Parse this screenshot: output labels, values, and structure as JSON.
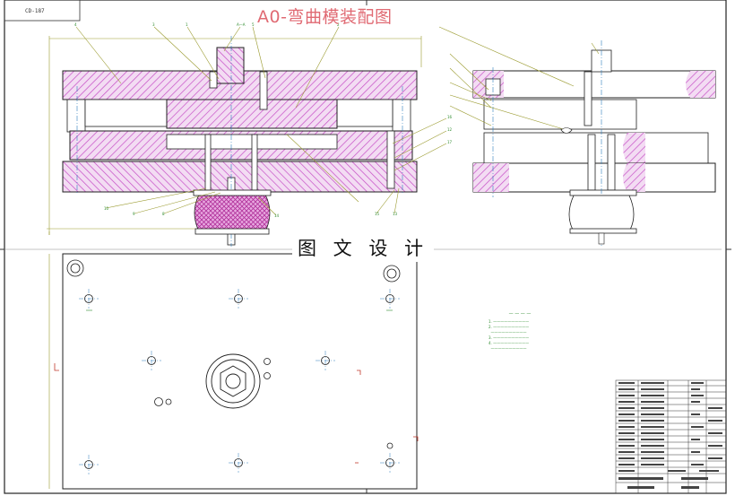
{
  "drawing": {
    "title": "A0-弯曲模装配图",
    "watermark": "图 文 设 计",
    "drawing_code": "CD-187"
  },
  "colors": {
    "hatch": "#c64fc6",
    "hatch_bg": "#f0d7f0",
    "outline": "#1f1f1f",
    "leader": "#9a9a2e",
    "centerline": "#2e7dbd",
    "dim": "#2c8a2c",
    "title_color": "#e06a73",
    "border": "#222222"
  }
}
